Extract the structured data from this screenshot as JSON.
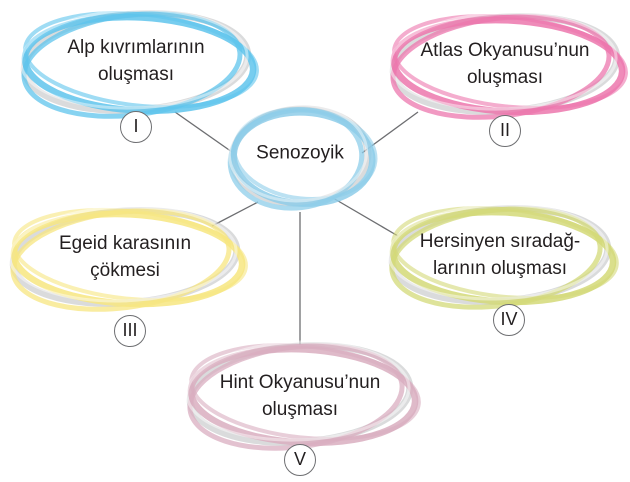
{
  "center": {
    "label": "Senozoyik",
    "color": "#8ecde9"
  },
  "nodes": [
    {
      "lines": [
        "Alp kıvrımlarının",
        "oluşması"
      ],
      "numeral": "I",
      "color": "#5fc4ec"
    },
    {
      "lines": [
        "Atlas Okyanusu’nun",
        "oluşması"
      ],
      "numeral": "II",
      "color": "#ec77ad"
    },
    {
      "lines": [
        "Egeid karasının",
        "çökmesi"
      ],
      "numeral": "III",
      "color": "#f7e680"
    },
    {
      "lines": [
        "Hersinyen sıradağ-",
        "larının oluşması"
      ],
      "numeral": "IV",
      "color": "#d3d978"
    },
    {
      "lines": [
        "Hint Okyanusu’nun",
        "oluşması"
      ],
      "numeral": "V",
      "color": "#d9aec0"
    }
  ]
}
